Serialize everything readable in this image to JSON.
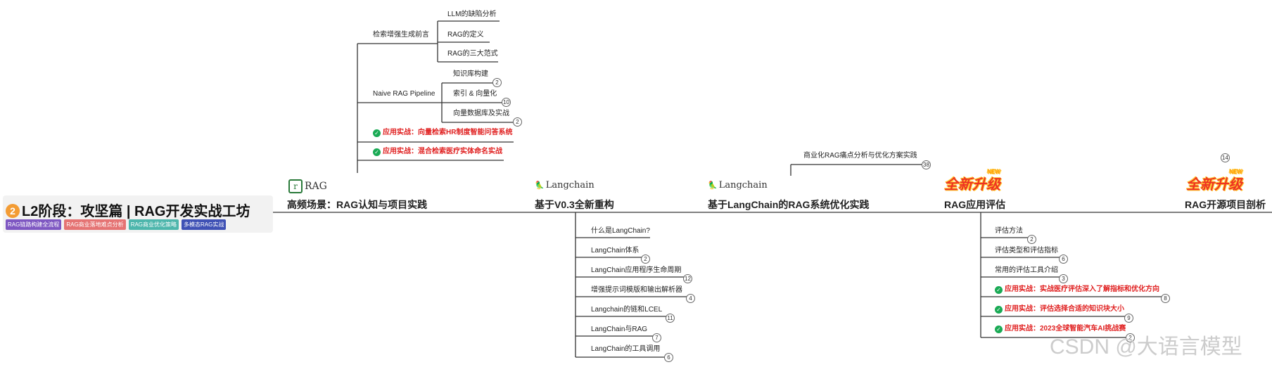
{
  "title": {
    "number": "2",
    "text": "L2阶段：攻坚篇 | RAG开发实战工坊",
    "tags": [
      {
        "label": "RAG链路构建全流程",
        "color": "#7e57c2"
      },
      {
        "label": "RAG商业落地难点分析",
        "color": "#e57373"
      },
      {
        "label": "RAG商业优化策略",
        "color": "#4db6ac"
      },
      {
        "label": "多模态RAG实战",
        "color": "#3f51b5"
      }
    ]
  },
  "logos": {
    "rag": "RAG",
    "langchain1": "Langchain",
    "langchain2": "Langchain",
    "upgrade1": "全新升级",
    "upgrade2": "全新升级",
    "new": "NEW"
  },
  "stages": [
    {
      "label": "高频场景：RAG认知与项目实践"
    },
    {
      "label": "基于V0.3全新重构"
    },
    {
      "label": "基于LangChain的RAG系统优化实践"
    },
    {
      "label": "RAG应用评估"
    },
    {
      "label": "RAG开源项目剖析"
    }
  ],
  "s1": {
    "group1": "检索增强生成前言",
    "g1_items": [
      "LLM的缺陷分析",
      "RAG的定义",
      "RAG的三大范式"
    ],
    "group2": "Naive RAG Pipeline",
    "g2_items": [
      {
        "label": "知识库构建",
        "count": "2"
      },
      {
        "label": "索引 & 向量化",
        "count": "10"
      },
      {
        "label": "向量数据库及实战",
        "count": "2"
      }
    ],
    "practices": [
      "应用实战：向量检索HR制度智能问答系统",
      "应用实战：混合检索医疗实体命名实战"
    ]
  },
  "s2": {
    "items": [
      {
        "label": "什么是LangChain?",
        "count": ""
      },
      {
        "label": "LangChain体系",
        "count": "2"
      },
      {
        "label": "LangChain应用程序生命周期",
        "count": "12"
      },
      {
        "label": "增强提示词模版和输出解析器",
        "count": "4"
      },
      {
        "label": "Langchain的链和LCEL",
        "count": "11"
      },
      {
        "label": "LangChain与RAG",
        "count": "7"
      },
      {
        "label": "LangChain的工具调用",
        "count": "6"
      }
    ]
  },
  "s3": {
    "item": "商业化RAG痛点分析与优化方案实践",
    "count": "38"
  },
  "s4": {
    "items": [
      {
        "label": "评估方法",
        "count": "2",
        "practice": false
      },
      {
        "label": "评估类型和评估指标",
        "count": "6",
        "practice": false
      },
      {
        "label": "常用的评估工具介绍",
        "count": "3",
        "practice": false
      },
      {
        "label": "应用实战：实战医疗评估深入了解指标和优化方向",
        "count": "8",
        "practice": true
      },
      {
        "label": "应用实战：评估选择合适的知识块大小",
        "count": "9",
        "practice": true
      },
      {
        "label": "应用实战：2023全球智能汽车AI挑战赛",
        "count": "2",
        "practice": true
      }
    ]
  },
  "s5": {
    "count": "14"
  },
  "watermark": "CSDN @大语言模型",
  "colors": {
    "line": "#333333",
    "practice": "#e02020",
    "check": "#1aaa55"
  }
}
